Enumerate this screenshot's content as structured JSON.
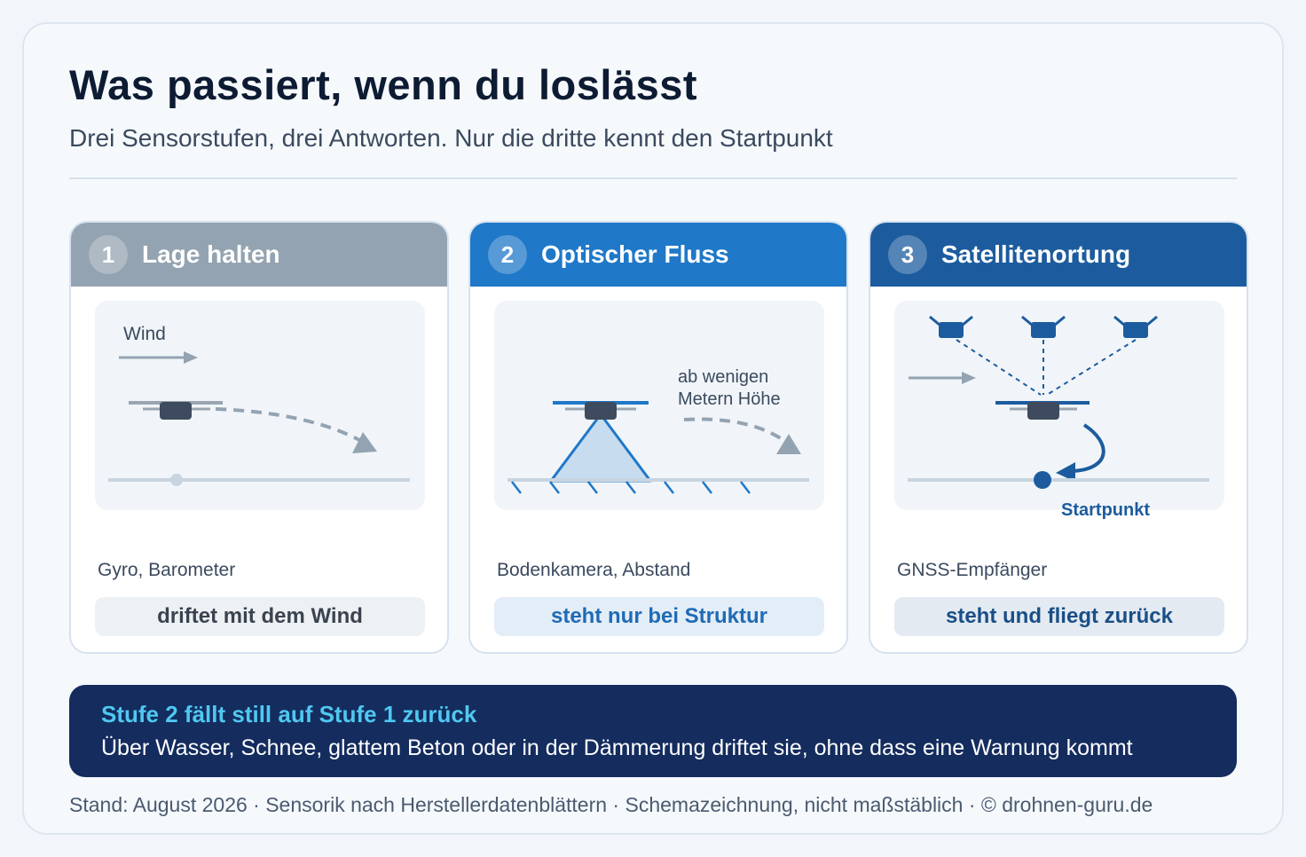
{
  "header": {
    "title": "Was passiert, wenn du loslässt",
    "subtitle": "Drei Sensorstufen, drei Antworten. Nur die dritte kennt den Startpunkt"
  },
  "cards": [
    {
      "number": "1",
      "title": "Lage halten",
      "diagram_label": "Wind",
      "sensor": "Gyro, Barometer",
      "result": "driftet mit dem Wind",
      "header_color": "#94a3b1",
      "result_bg": "#eef1f4",
      "result_color": "#3b4350"
    },
    {
      "number": "2",
      "title": "Optischer Fluss",
      "diagram_label": [
        "ab wenigen",
        "Metern Höhe"
      ],
      "sensor": "Bodenkamera, Abstand",
      "result": "steht nur bei Struktur",
      "header_color": "#1f78c8",
      "result_bg": "#e3edf8",
      "result_color": "#1f6bb5"
    },
    {
      "number": "3",
      "title": "Satellitenortung",
      "diagram_label": "Startpunkt",
      "sensor": "GNSS-Empfänger",
      "result": "steht und fliegt zurück",
      "header_color": "#1c5c9e",
      "result_bg": "#e3eaf2",
      "result_color": "#1a4f86"
    }
  ],
  "callout": {
    "title": "Stufe 2 fällt still auf Stufe 1 zurück",
    "text": "Über Wasser, Schnee, glattem Beton oder in der Dämmerung driftet sie, ohne dass eine Warnung kommt"
  },
  "footer": "Stand: August 2026 · Sensorik nach Herstellerdatenblättern · Schemazeichnung, nicht maßstäblich · © drohnen-guru.de"
}
